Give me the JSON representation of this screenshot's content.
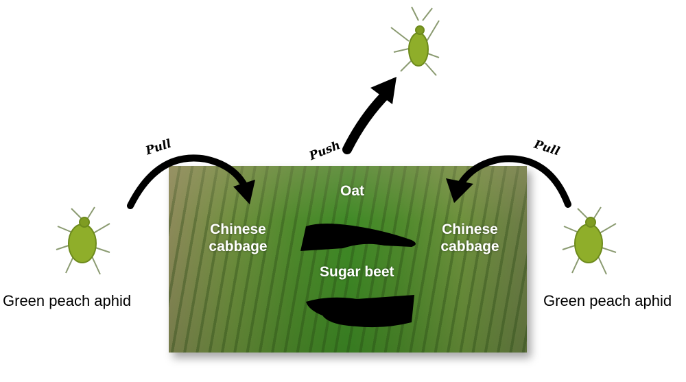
{
  "labels": {
    "oat": "Oat",
    "cabbage_left": "Chinese cabbage",
    "cabbage_right": "Chinese cabbage",
    "sugar_beet": "Sugar beet"
  },
  "arrows": {
    "pull_left": "Pull",
    "push": "Push",
    "pull_right": "Pull"
  },
  "captions": {
    "left": "Green peach aphid",
    "right": "Green peach aphid"
  },
  "colors": {
    "aphid": "#8fae2a",
    "arrow": "#000000"
  }
}
